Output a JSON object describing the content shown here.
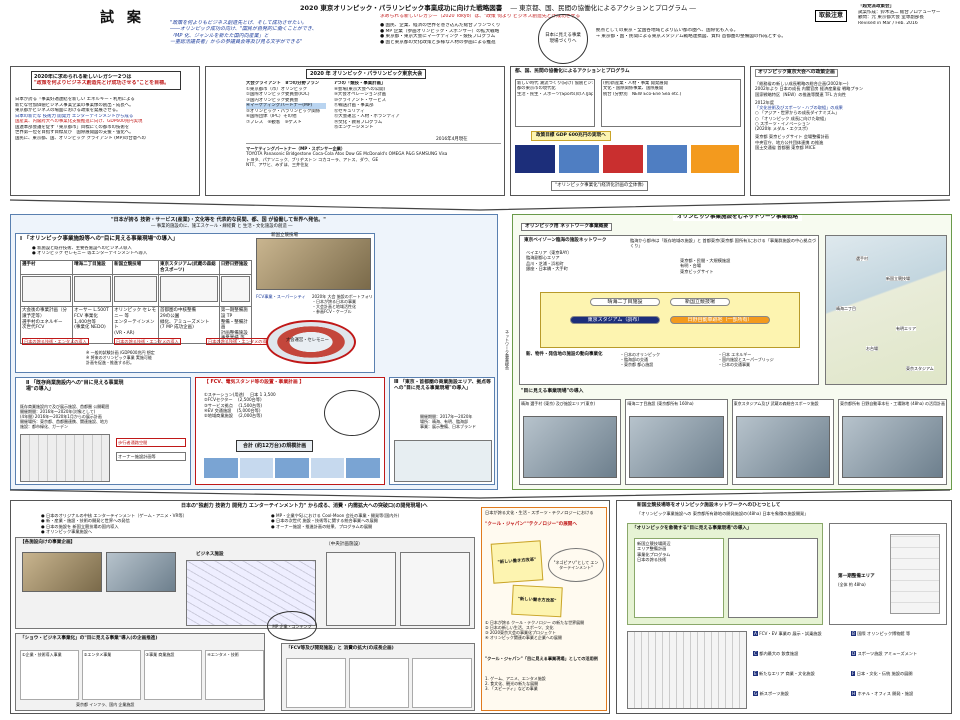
{
  "header": {
    "draft_label": "試 案",
    "slogan_lines": [
      "\"政策を何よりもビジネス創造先とげ、そして成功させたい。",
      "――オリンピック成功の向け、\"国民が自発的に働くことができ、",
      "「MP 化、ジャンルを新たた国内向産業」と",
      "一重総活議長者」からの参議員会等及び見る文字ができる\""
    ],
    "main_title": "2020 東京オリンピック・パラリンピック事業成功に向けた戦略図書",
    "subtitle": "― 東京都、国、民間の協働化によるアクションとプログラム ―",
    "notice_label": "取扱注意",
    "org_name": "「超党派政策会」",
    "author_lines": [
      "試案作成：鈴木浩二 総合プロデューサー",
      "顧問：元 東京都大会 室専副部長",
      "Revised in Mar / Feb. 2016"
    ]
  },
  "intro_block": {
    "heading": "求められる新しいレガシー（2020 Tokyo）は、\"政策 何より ビジネス創造先とげ成功させる\" ことを目標。",
    "bullets": [
      "国民、企業、経済の世界を巻き込んだ総合プランづくり",
      "MP 企業（参画オリンピック・スポンサー）の拡大戦略",
      "東京都・東京大会にマーケティング・競技プログラム",
      "国と東京都の文化政策と多様な人材の参画による推進"
    ],
    "ring_label": "日本に見える事業現場づくりへ",
    "right_lines": [
      "拠点としての東京・全国各地域とより広い都市圏へ、国際化も入る。",
      "→ 東京都・国・民間による東京スタジアム戦略連携図、資料 首都圏の整備図の作成とする。"
    ]
  },
  "s1": {
    "title_box_lines": [
      "2020年に求められる新しいレガシー2つは",
      "\"政策を何よりビジネス創造先とげ成功させる\"ことを目標。"
    ],
    "bullets": [
      "日本が誇る「事業好適連結を新しい エネルギー・利用による",
      "新たな付加価値ビジネス事業企業の事業像の創出・成長へ。",
      "東京都がビジネスの場面における政策を発展させる。",
      "日本の新たな 技術力 開発力 エンターテインメントから成る",
      "国産業、内閣府大への事業化支援推進に向け、GDP600兆円実現",
      "国連本部会議を促す「東京都市」目標にての都市の技術を",
      "世界第一位を目指す目標及び　国際展開図の支援・強化へ。",
      "国民に、東京都、国、オリンピック クライアント (MP)の合意への"
    ],
    "middle_title": "2020 年 オリンピック・パラリンピック東京大会",
    "client_heading": "大会クライアント　8つの分野プラン",
    "client_list": [
      "①東京都市（市）オリンピック",
      "②国際オリンピック委員会(IOC)",
      "③国内オリンピック委員会",
      "④マーケティングパートナー(MP)",
      "⑤オリンピック・パラリンピック関係",
      "⑥国際団体（IPC）その他",
      "⑦プレス　⑧観客　⑨ゲスト"
    ],
    "seven_heading": "7つの「競技・事業計画」",
    "seven_list": [
      "⑧会場(東京大会への公開)",
      "⑨大会オペレーション計画",
      "⑩クライアント・サービス",
      "⑪輸送計画・事業部",
      "⑫セキュリティ",
      "⑬大会運営・人材・ボランティア",
      "⑭文化・教育プログラム",
      "⑮エンゲージメント"
    ],
    "marketing_heading": "マーケティングパートナー（MP・スポンサー企業）",
    "marketing_lines": [
      "TOYOTA Panasonic Bridgestone Coca-Cola Atos Dow GE McDonald's OMEGA P&G SAMSUNG Visa",
      "トヨタ、パナソニック、ブリヂストン コカコーラ、アトス、ダウ、GE",
      "NTT、アサヒ、みずほ、三井住友"
    ],
    "date_label": "2016年4月現在",
    "right_heading": "都、国、民間の協働化によるアクションとプログラム",
    "right_boxes": [
      "新しい時代 潮流づくり(向け) 協創ビジネス",
      "都の東京市の現代化",
      "生活・民生・スポーツ(Sports)の人(Japan)",
      "(例)新産業・人材・事業 開発展開",
      "文化・国際関係事業、国際展開",
      "統合 (分野別　NEW Eco-Ene Sea etc.)"
    ],
    "gdp_label": "政策目標 GDP 600兆円の実現へ",
    "flow_label": "\"オリンピック事業化\"(経済化計画の全体像)",
    "program_heading": "オリンピック東京大会への政策企画",
    "program_lines": [
      "「総務省の新しい成長戦略の総合企画(2002年〜)",
      "2002年より 日本の成長 内閣官房 経済産業省 戦略プラン",
      "国家戦略特区（NEW）の推進等関連 TFL 方向性",
      "2012年度",
      "「文化芸術及びスポーツ・ハブの取組」の成果",
      "○ 「アジア・世界からの成長ダイナミズム」",
      "○ 「オリンピック 成長に向けた取組」",
      "○ スポーツ・イノベーション",
      "(2020年 メダル・エクスポ)",
      "東京都 東京ビッグサイト 会場整備計画",
      "中央官庁、地方公共団体連携 の推進",
      "国土交通省 首都圏 東京都 MICE"
    ]
  },
  "s2_left": {
    "banner": "\"日本が誇る 技術・サービス(産業)・文化等を 代表的な民間、都、国 が協働して世界へ発信。\"",
    "banner_sub": "― 事業的施設のに、施工スケール・繰経費 と 生活・文化施設の創造 ―",
    "part1_title": "Ⅰ 「オリンピック事業施設等への\"目に見える事業現場\"の導入」",
    "part1_bullets": [
      "新施設と既存技術、主要各施設へのビジネス導入",
      "オリンピック セレモニー 等エンターテインメントへ導入"
    ],
    "col_headers": [
      "選手村",
      "晴海二丁目施設",
      "新国立競技場",
      "東京スタジアム(武蔵の森総合スポーツ)",
      "日野日野施設"
    ],
    "col_texts": [
      "大会後の事業計画（分譲予定等）\n選手村のエネルギー\n次世代FCV",
      "オーサー L.500T\nFCV 事業化 1,400台等\n(事業化 NEDO)",
      "オリンピック セレモニー 等\nエンターテインメント\n(VR・AR)",
      "首都圏の中核整備\n29の公園\n緑化、アミューズメント\n(7 MP 成功企画)",
      "第一期整備施設 TP\n整備・整備計画\n計画整備施設\n事業業績 等"
    ],
    "tag_labels": [
      "日本の誇る技術・エンタメの導入",
      "日本の誇る技術・エンタメの導入",
      "日本の誇る技術・エンタメの導入"
    ],
    "new_stadium_label": "新国立競技場",
    "plan_note": [
      "2020年 大会 施設のポートフォリオ",
      "・日本が誇る日本の事業",
      "・大会計画と地域活性化",
      "・参画FCV・ケーブル"
    ],
    "fcv_label": "FCV事業・スーパーシティ",
    "oval_label": "大会運営・セレモニー",
    "part2_title": "Ⅱ 「既存商業施設内への\"目に見える事業現場\"の導入」",
    "part2_lines": [
      "既存商業施設内で及び展示施設、首都圏 公開範囲",
      "開催期間：2016年〜2020年(対象として)",
      "(4年間) 2016年〜2020年1月からの展示計画",
      "開催場所：東京都、首都圏連携、関連施設、地方",
      "施設：都市緑化、ガーデン"
    ],
    "part2_boxes": [
      "歩行者通路空間",
      "オーナー施設計画等"
    ],
    "part3_title": "Ⅲ 「東京・首都圏の商業施設エリア、拠点等への\"目に見える事業現場\"の導入」",
    "part3_lines": [
      "開催期間：2017年〜2020年",
      "場所：晴海、有明、臨海部",
      "事業：展示整備、日本ブランド"
    ],
    "fcv_table_title": "【 FCV、電気スタンド等の設置・事業計画 】",
    "fcv_rows": [
      "①ステーション(用途) 　日本 1 3,500",
      "②FCVセクター 　(2,500台等)",
      "③サービス拠点 　(1,500台等)",
      "④EV 交通施設 　(5,000台等)",
      "⑤地域商業施設 　(2,000台等)"
    ],
    "total_label": "合計 (約12万台)の規模計画",
    "note_lines": [
      "※ 一般的試験計画 /GDP600兆円 想定",
      "※ 将来のオリンピック事業 実施可能",
      "計画を促進・推進する形。"
    ]
  },
  "s2_right": {
    "title": "オリンピック事業施設をむネットワーク事業戦略",
    "network_label": "オリンピック用 ネットワーク事業概要",
    "net_title1": "東京ベイゾーン臨海の施設ネットワーク",
    "net_title2": "臨海から都市は「既存地域の施設」と 首都東京(東京都 国所有)における「事業群施設の中心拠点づくり」",
    "net_items": [
      "ベイエリア（東京BAY）",
      "臨海副都心エリア",
      "品川・芝浦・浜松町",
      "銀座・日本橋・大手町",
      "東京都・民間・大規模施設",
      "有明・台場",
      "東京ビッグサイト"
    ],
    "center_labels": [
      "晴海二丁目施設",
      "新国立競技場",
      "東京スタジアム（調布）",
      "日野自動車跡地（一部所有）"
    ],
    "network_side_label": "ネットワーク事業総合",
    "lower_heading": "新、物件・発信地の施設の動向事業化",
    "lower_items": [
      "・日本のオリンピック",
      "・日本 エネルギー",
      "・臨海部の交通",
      "・国内施設とスーパーブリッジ",
      "・東京都 都心施設",
      "・日本の交通事業"
    ],
    "visible_label": "\"目に見える事業現場\"の導入",
    "site_labels": [
      "晴海 選手村 (東京) 及び施設エリア(東京)",
      "晴海二丁目施設 (東京都所有 160ha)",
      "東京スタジアム及び 武蔵の森総合スポーツ施設",
      "東京都所有 日野自動車本社・工場跡地 (48ha) の活用計画"
    ],
    "map_legend": [
      "選手村",
      "新国立競技場",
      "晴海二丁目",
      "有明エリア",
      "お台場",
      "東京スタジアム"
    ]
  },
  "s3_left": {
    "banner": "日本の\"独創力 技術力 開発力 エンターテインメント力\" から成る、消費・内需拡大への突破口(の開発現場)へ",
    "bullets": [
      "日本のオリジナルの中核 エンターテインメント（ゲーム・アニメ・VR等）",
      "新・産業・施設・技術の開発と世界への発信",
      "日本の施設を 新国立競技場の国内導入",
      "オリンピック事業施設へ"
    ],
    "right_bullets": [
      "MP・企業やSJ.における Cool-Moon 会社の事業・開発等(国内外)",
      "日本の次世代 施設・技術等に関する統合事業への展開",
      "オーナー施設・推進計画の結果、プログラムの展開"
    ],
    "panel1_title": "【各施設向けの事業企画】",
    "photo_label": "ビジネス施設",
    "plan_label": "（中央計画施設）",
    "panel2_title": "「ショウ・ビジネス事業化」の\"目に見える事業\"導入(の企画推進)",
    "panel3_title": "「FCV等及び開発施設」と 消費の拡大(の成長企画)",
    "mp_label": "MP 企業・コンテンツ",
    "steps": [
      "①企業・技術導入事業",
      "②エンタメ事業",
      "③事業 商業施設",
      "④エンタメ・技術"
    ],
    "bottom_caption": "東京都 インフラ、国内 企業施設",
    "japan_cool_title": "日本が誇る文化・生活・スポーツ・テクノロジーにおける",
    "japan_cool_sub": "\"クール・ジャパン\"\"テクノロジー\"の展開へ",
    "quote1": "\"新しい働き方改革\"",
    "quote2": "\"新しい働き方改革\"",
    "concept": "\"ネゴピアリ\"として エンターテインメント\"",
    "list": [
      "① 日本が誇る クール・テクノロジー の新たな世界展開",
      "② 日本の新しい生活、スポーツ、文化",
      "③ 2020東京大会の事業化プロジェクト",
      "④ オリンピック関連の事業と企業への展開"
    ],
    "cool_japan_heading": "\"クール・ジャパン\"「目に見える事業現場」としての活用例",
    "cool_japan_lines": [
      "1. ゲーム、アニメ、エンタメ施設",
      "2. 食文化、観光の新たな展開",
      "3. 「スピーディ」などの事業"
    ]
  },
  "s3_right": {
    "title": "新国立競技場等をオリンピック施設ネットワークへのひとつとして",
    "sub": "「オリンピック事業施設への 東京都所有跡地の開発施設の(48ha) 日本を象徴の施設開発」",
    "green_title": "「オリンピックを象徴する\"目に見える事業現場\"の導入」",
    "green_items": [
      "新国立競技場周辺",
      "エリア整備計画",
      "事業化プログラム",
      "日本の誇る技術"
    ],
    "legend": [
      [
        "A",
        "FCV・EV 事業の 展示・試乗施設"
      ],
      [
        "B",
        "国際 オリンピック博物館 等"
      ],
      [
        "C",
        "都内最大の 飲食施設"
      ],
      [
        "D",
        "スポーツ施設 アミューズメント"
      ],
      [
        "E",
        "新たなエリア 商業・文化施設"
      ],
      [
        "F",
        "日本・文化・伝統 施設の展開"
      ],
      [
        "G",
        "新スポーツ施設"
      ],
      [
        "H",
        "ホテル・オフィス 開発・施設"
      ]
    ],
    "area_label": "第一期整備エリア",
    "area_sub": "(全体 約 48ha)"
  },
  "colors": {
    "navy": "#1c2e7a",
    "orange": "#f39a1e",
    "green": "#e6f3d4",
    "yellow": "#fdf4b0",
    "red": "#c01818"
  }
}
